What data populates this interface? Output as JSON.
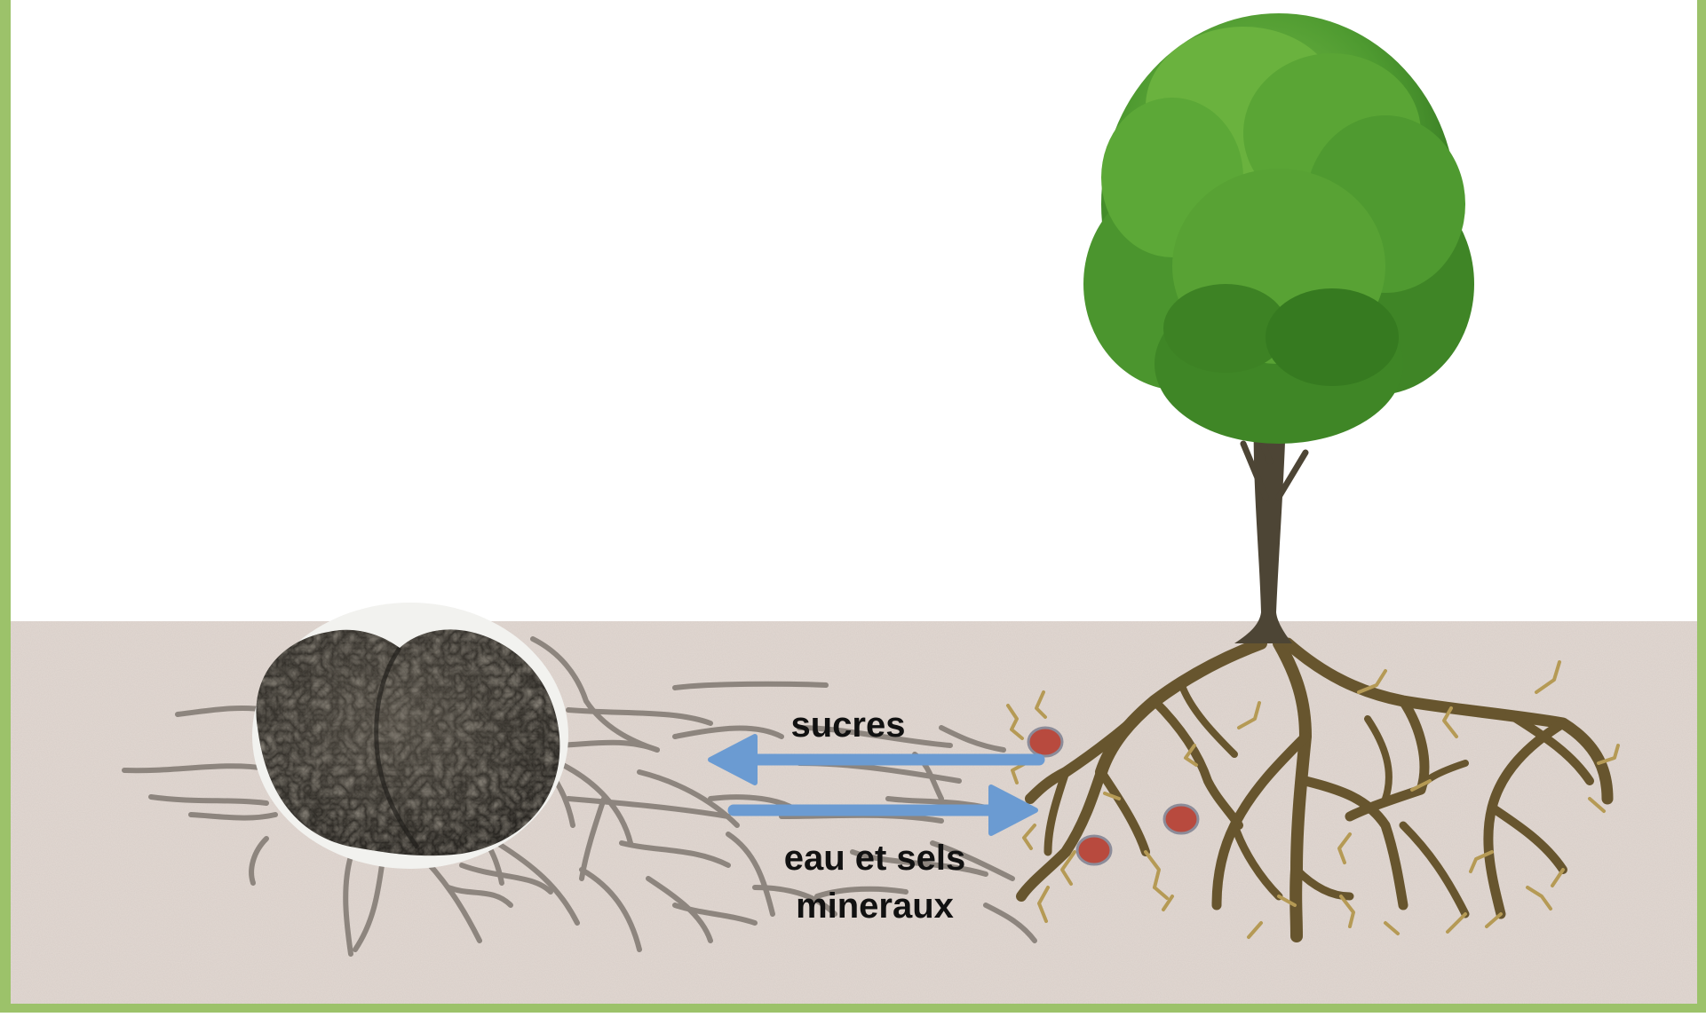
{
  "colors": {
    "frame": "#9cc26a",
    "soil": "#e2d8d2",
    "hyphae": "#8d857e",
    "tree_roots": "#67552e",
    "fine_roots": "#b59a55",
    "mycorrhiza_nodule": "#b84a3e",
    "arrow": "#6b9bd2",
    "foliage": "#4f9a32",
    "truffle": "#2f2c27"
  },
  "icons": {
    "tree": "deciduous-tree-icon",
    "truffle": "truffle-icon"
  },
  "labels": {
    "sugars": "sucres",
    "water_minerals_line1": "eau et sels",
    "water_minerals_line2": "mineraux"
  }
}
